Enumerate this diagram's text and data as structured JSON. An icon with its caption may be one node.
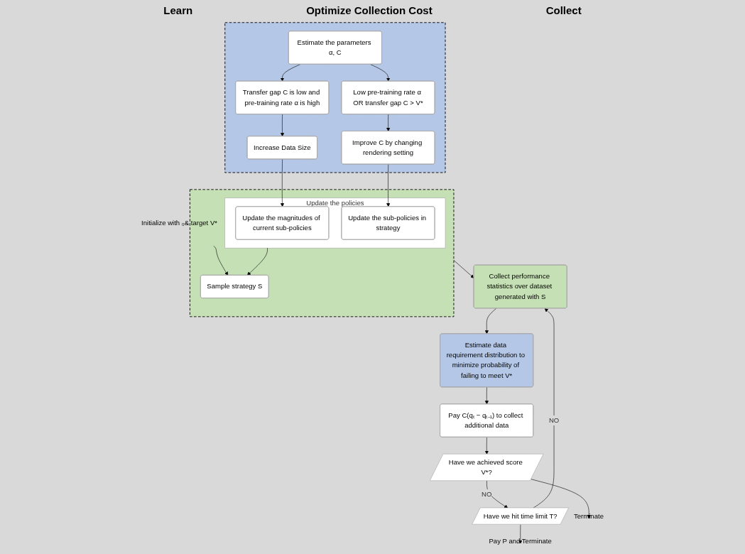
{
  "diagram": {
    "nodes": [
      {
        "text": [
          "Collect performance statistics over dataset generated with S"
        ]
      },
      {
        "text": [
          "Estimate data requirement distribution to minimize probability of failing to meet V*"
        ]
      },
      {
        "text": [
          "Pay C(qₜ − qₜ₋₁) to collect additional data"
        ]
      },
      {
        "text": [
          "Have we achieved score V*?"
        ]
      },
      {
        "text": [
          "Have we hit time limit T?"
        ]
      },
      {
        "text": [
          "Pay P and Terminate"
        ]
      },
      {
        "text": [
          "Terminate"
        ]
      },
      {
        "text": [],
        "shape": "box"
      },
      {
        "text": [
          "Sample strategy S"
        ],
        "in": 7
      },
      {
        "text": [
          "Update the policies"
        ],
        "in": 7
      },
      {
        "text": [
          "Update the magnitudes of current sub-policies"
        ],
        "in": 9
      },
      {
        "text": [
          "Update the sub-policies in strategy"
        ],
        "in": 9
      },
      {
        "text": [],
        "shape": "box"
      },
      {
        "text": [
          "Increase Data Size"
        ],
        "in": 12
      },
      {
        "text": [
          "Transfer gap C is low and pre-training rate α is high"
        ],
        "in": 12
      },
      {
        "text": [
          "Estimate the parameters α, C"
        ],
        "in": 12
      },
      {
        "text": [
          "Low pre-training rate α OR transfer gap C > V*"
        ],
        "in": 12
      },
      {
        "text": [
          "Improve C by changing rendering setting"
        ],
        "in": 12
      },
      {
        "text": [
          "Initialize with ₀& target V*"
        ]
      }
    ],
    "edges": [
      {
        "from": 0,
        "to": 1,
        "arrow": "to"
      },
      {
        "from": 1,
        "to": 2,
        "arrow": "to"
      },
      {
        "from": 2,
        "to": 3,
        "arrow": "to"
      },
      {
        "from": 3,
        "to": 4,
        "arrow": "to",
        "label": "NO"
      },
      {
        "from": 3,
        "to": 6,
        "arrow": "to"
      },
      {
        "from": 4,
        "to": 0,
        "arrow": "to",
        "label": "NO"
      },
      {
        "from": 4,
        "to": 5,
        "arrow": "to"
      },
      {
        "from": 18,
        "to": 8,
        "arrow": "to"
      },
      {
        "from": 7,
        "to": 0,
        "arrow": "to"
      },
      {
        "from": 9,
        "to": 8,
        "arrow": "to"
      },
      {
        "from": 15,
        "to": 14,
        "arrow": "to"
      },
      {
        "from": 15,
        "to": 16,
        "arrow": "to"
      },
      {
        "from": 14,
        "to": 13,
        "arrow": "to"
      },
      {
        "from": 16,
        "to": 17,
        "arrow": "to"
      },
      {
        "from": 13,
        "to": 10,
        "arrow": "to"
      },
      {
        "from": 17,
        "to": 11,
        "arrow": "to"
      }
    ],
    "labels": [
      "Learn",
      "Optimize Collection Cost",
      "Collect"
    ]
  }
}
